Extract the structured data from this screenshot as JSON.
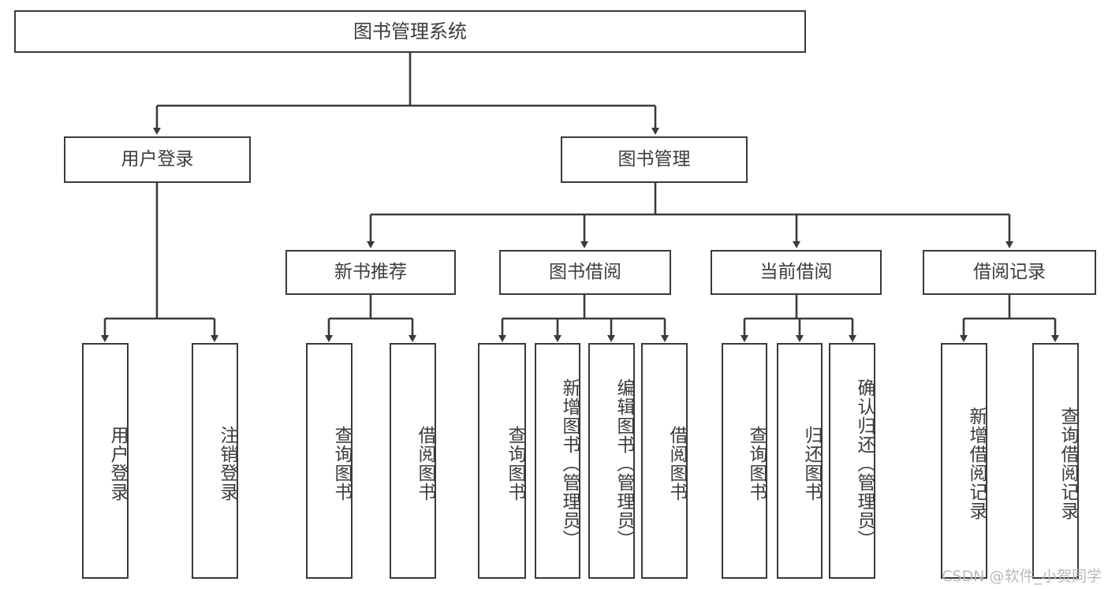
{
  "diagram": {
    "title": "图书管理系统",
    "type": "tree-hierarchy",
    "watermark": "CSDN @软件_小贺同学",
    "colors": {
      "stroke": "#3a3a3a",
      "text": "#3c3c3c",
      "background": "#ffffff",
      "watermark": "#b9b9b9"
    },
    "nodes": {
      "root": {
        "label": "图书管理系统"
      },
      "level2": [
        {
          "label": "用户登录"
        },
        {
          "label": "图书管理"
        }
      ],
      "level3": [
        {
          "label": "新书推荐"
        },
        {
          "label": "图书借阅"
        },
        {
          "label": "当前借阅"
        },
        {
          "label": "借阅记录"
        }
      ],
      "leaves_user_login": [
        {
          "label": "用户登录"
        },
        {
          "label": "注销登录"
        }
      ],
      "leaves_new_book": [
        {
          "label": "查询图书"
        },
        {
          "label": "借阅图书"
        }
      ],
      "leaves_borrow": [
        {
          "label": "查询图书"
        },
        {
          "label": "新增图书（管理员）"
        },
        {
          "label": "编辑图书（管理员）"
        },
        {
          "label": "借阅图书"
        }
      ],
      "leaves_current": [
        {
          "label": "查询图书"
        },
        {
          "label": "归还图书"
        },
        {
          "label": "确认归还（管理员）"
        }
      ],
      "leaves_record": [
        {
          "label": "新增借阅记录"
        },
        {
          "label": "查询借阅记录"
        }
      ]
    }
  }
}
